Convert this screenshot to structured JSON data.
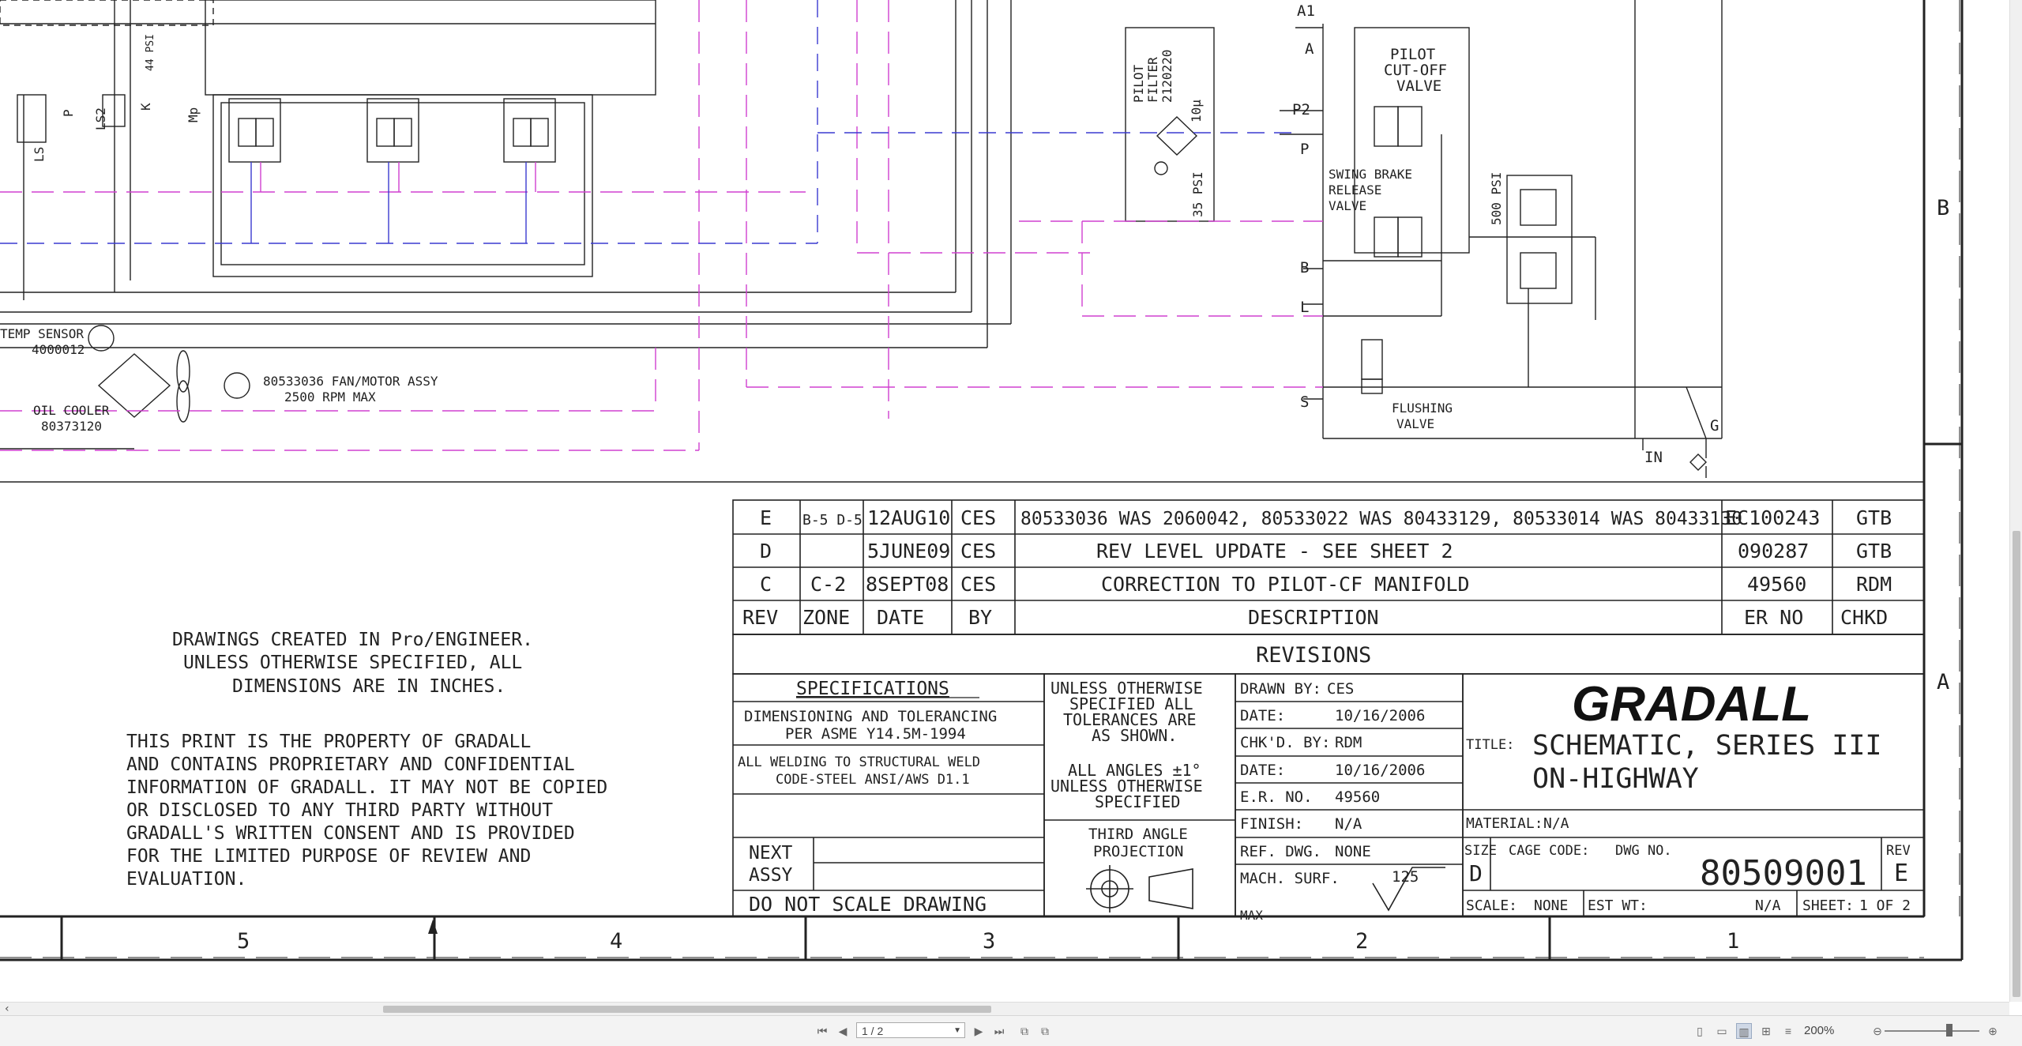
{
  "drawing": {
    "components": {
      "temp_sensor": [
        "TEMP SENSOR",
        "4000012"
      ],
      "oil_cooler": [
        "OIL COOLER",
        "80373120"
      ],
      "fan_motor": [
        "80533036 FAN/MOTOR ASSY",
        "2500 RPM MAX"
      ],
      "pilot_filter": [
        "PILOT",
        "FILTER",
        "2120220"
      ],
      "filter_psi": "35 PSI",
      "filter_micron": "10µ",
      "pilot_cutoff_valve": [
        "PILOT",
        "CUT-OFF",
        "VALVE"
      ],
      "swing_brake_valve": [
        "SWING BRAKE",
        "RELEASE",
        "VALVE"
      ],
      "relief_psi": "500 PSI",
      "flushing_valve": [
        "FLUSHING",
        "VALVE"
      ],
      "ports": [
        "A1",
        "A",
        "P2",
        "P",
        "B",
        "L",
        "S",
        "G",
        "IN",
        "LS2",
        "Mp",
        "K",
        "P",
        "LS"
      ],
      "psi_44": "44 PSI"
    },
    "notes": [
      "DRAWINGS CREATED IN Pro/ENGINEER.",
      "UNLESS OTHERWISE SPECIFIED, ALL",
      "DIMENSIONS ARE IN INCHES."
    ],
    "property_notice": [
      "THIS PRINT IS THE PROPERTY OF GRADALL",
      "AND CONTAINS PROPRIETARY AND CONFIDENTIAL",
      "INFORMATION OF GRADALL. IT MAY NOT BE COPIED",
      "OR DISCLOSED TO ANY THIRD PARTY WITHOUT",
      "GRADALL'S WRITTEN CONSENT AND IS PROVIDED",
      "FOR THE LIMITED PURPOSE OF REVIEW AND",
      "EVALUATION."
    ],
    "revisions": {
      "title": "REVISIONS",
      "header": {
        "rev": "REV",
        "zone": "ZONE",
        "date": "DATE",
        "by": "BY",
        "description": "DESCRIPTION",
        "er_no": "ER NO",
        "chkd": "CHKD"
      },
      "rows": [
        {
          "rev": "E",
          "zone": "B-5 D-5",
          "date": "12AUG10",
          "by": "CES",
          "description": "80533036 WAS 2060042, 80533022 WAS 80433129, 80533014 WAS 80433130",
          "er_no": "EC100243",
          "chkd": "GTB"
        },
        {
          "rev": "D",
          "zone": "",
          "date": "5JUNE09",
          "by": "CES",
          "description": "REV LEVEL UPDATE - SEE SHEET 2",
          "er_no": "090287",
          "chkd": "GTB"
        },
        {
          "rev": "C",
          "zone": "C-2",
          "date": "8SEPT08",
          "by": "CES",
          "description": "CORRECTION TO PILOT-CF MANIFOLD",
          "er_no": "49560",
          "chkd": "RDM"
        }
      ]
    },
    "specs": {
      "title": "SPECIFICATIONS",
      "line1": [
        "DIMENSIONING AND TOLERANCING",
        "PER ASME Y14.5M-1994"
      ],
      "line2": [
        "ALL WELDING TO STRUCTURAL WELD",
        "CODE-STEEL ANSI/AWS D1.1"
      ],
      "next_assy": [
        "NEXT",
        "ASSY"
      ],
      "do_not_scale": "DO NOT SCALE DRAWING"
    },
    "tolerances": [
      "UNLESS OTHERWISE",
      "SPECIFIED ALL",
      "TOLERANCES ARE",
      "AS SHOWN.",
      "ALL ANGLES ±1°",
      "UNLESS OTHERWISE",
      "SPECIFIED"
    ],
    "projection": [
      "THIRD ANGLE",
      "PROJECTION"
    ],
    "title_block": {
      "drawn_by_label": "DRAWN BY:",
      "drawn_by": "CES",
      "date1_label": "DATE:",
      "date1": "10/16/2006",
      "chkd_by_label": "CHK'D. BY:",
      "chkd_by": "RDM",
      "date2_label": "DATE:",
      "date2": "10/16/2006",
      "er_no_label": "E.R. NO.",
      "er_no": "49560",
      "finish_label": "FINISH:",
      "finish": "N/A",
      "ref_dwg_label": "REF. DWG.",
      "ref_dwg": "NONE",
      "mach_surf_label": "MACH. SURF.",
      "mach_surf_value": "125",
      "mach_surf_max": "MAX",
      "company": "GRADALL",
      "title_label": "TITLE:",
      "title_line1": "SCHEMATIC, SERIES III",
      "title_line2": "ON-HIGHWAY",
      "material_label": "MATERIAL:",
      "material": "N/A",
      "size_label": "SIZE",
      "size": "D",
      "cage_label": "CAGE CODE:",
      "dwg_label": "DWG NO.",
      "dwg_no": "80509001",
      "rev_label": "REV",
      "rev": "E",
      "scale_label": "SCALE:",
      "scale": "NONE",
      "wt_label": "EST WT:",
      "wt": "N/A",
      "sheet_label": "SHEET:",
      "sheet": "1 OF 2"
    },
    "zones_bottom": [
      "5",
      "4",
      "3",
      "2",
      "1"
    ],
    "zones_right": [
      "B",
      "A"
    ]
  },
  "toolbar": {
    "page_value": "1 / 2",
    "zoom": "200%",
    "first_icon": "first-page-icon",
    "prev_icon": "prev-page-icon",
    "next_icon": "next-page-icon",
    "last_icon": "last-page-icon"
  }
}
